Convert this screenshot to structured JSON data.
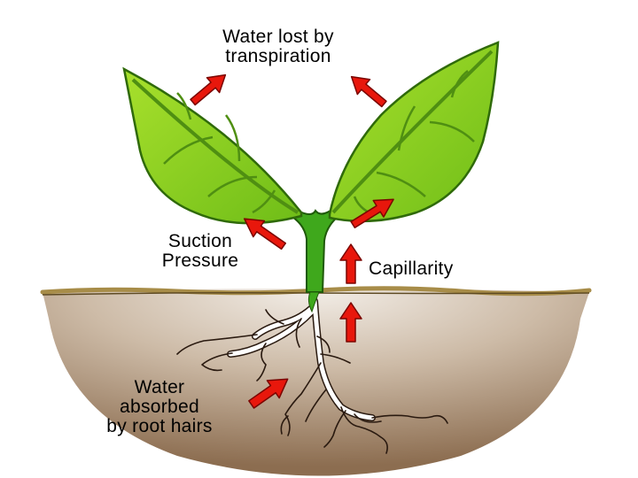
{
  "labels": {
    "transpiration": {
      "line1": "Water lost by",
      "line2": "transpiration"
    },
    "suction": {
      "line1": "Suction",
      "line2": "Pressure"
    },
    "capillarity": "Capillarity",
    "absorbed": {
      "line1": "Water",
      "line2": "absorbed",
      "line3": "by root hairs"
    }
  },
  "colors": {
    "leaf_fill": "#8ed21f",
    "leaf_dark": "#4f8f12",
    "stem": "#3fa81c",
    "arrow_fill": "#e8170c",
    "arrow_outline": "#7a0500",
    "soil_top": "#e9e1d8",
    "soil_bottom": "#8c6d50",
    "ground_line": "#a78c48",
    "root": "#ffffff",
    "root_outline": "#2a1a10"
  },
  "icons": {
    "arrow": "red-arrow-icon",
    "leaf": "leaf-icon"
  }
}
